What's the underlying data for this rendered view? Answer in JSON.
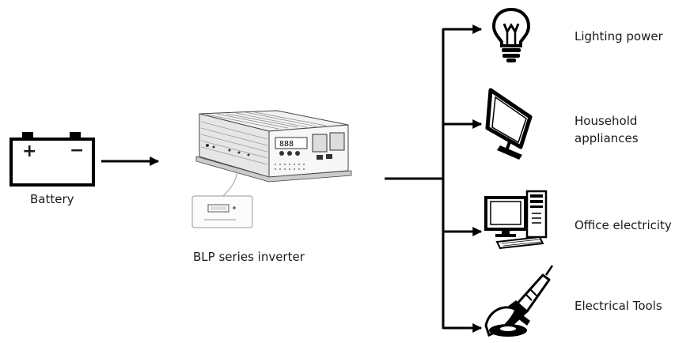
{
  "diagram": {
    "battery": {
      "label": "Battery",
      "plus": "+",
      "minus": "−"
    },
    "inverter": {
      "label": "BLP series inverter",
      "display": "888"
    },
    "outputs": [
      {
        "label": "Lighting power",
        "icon": "light-bulb-icon"
      },
      {
        "label": "Household\nappliances",
        "icon": "monitor-icon"
      },
      {
        "label": "Office electricity",
        "icon": "desktop-computer-icon"
      },
      {
        "label": "Electrical Tools",
        "icon": "angle-grinder-icon"
      }
    ]
  }
}
